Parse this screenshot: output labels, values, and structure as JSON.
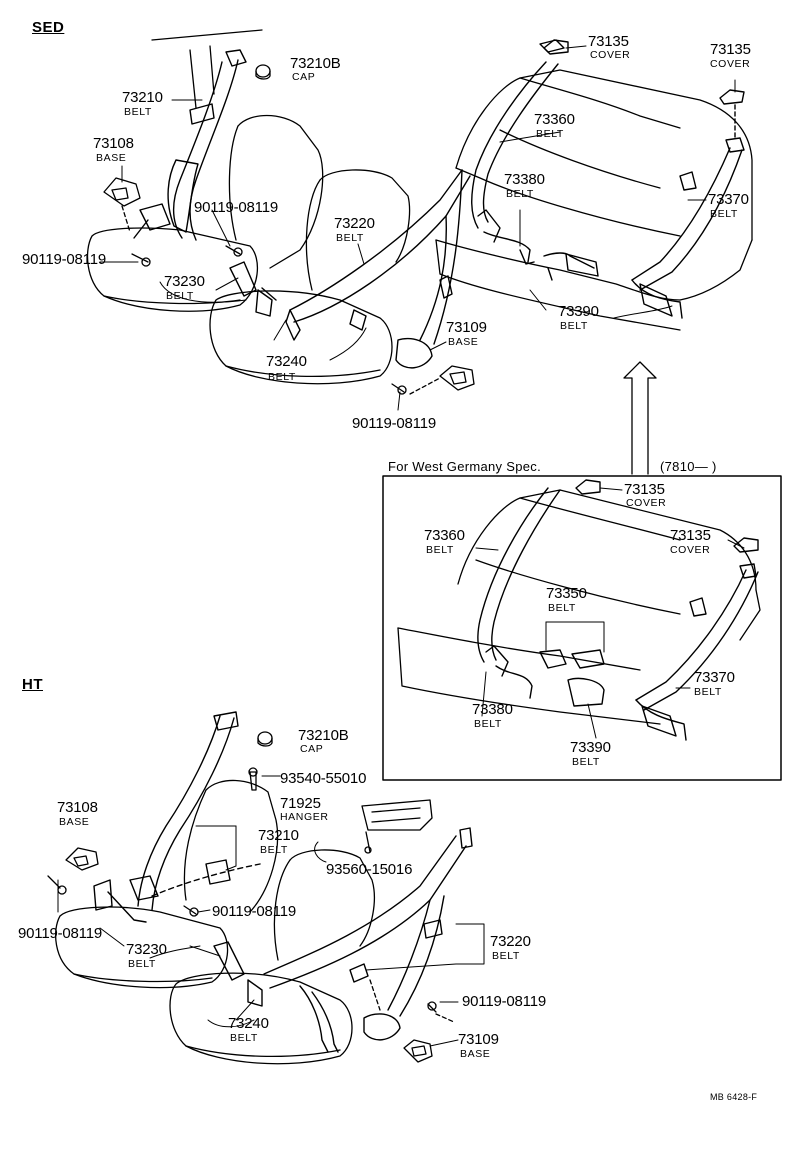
{
  "sections": {
    "sed": "SED",
    "ht": "HT"
  },
  "inset": {
    "title": "For West Germany Spec.",
    "date": "(7810—      )"
  },
  "footer": "MB 6428-F",
  "labels": {
    "s_73210B": "73210B",
    "s_73210B_sub": "CAP",
    "s_73210": "73210",
    "s_73210_sub": "BELT",
    "s_73108": "73108",
    "s_73108_sub": "BASE",
    "s_90119_a": "90119-08119",
    "s_90119_b": "90119-08119",
    "s_73220": "73220",
    "s_73220_sub": "BELT",
    "s_73230": "73230",
    "s_73230_sub": "BELT",
    "s_73240": "73240",
    "s_73240_sub": "BELT",
    "s_73109": "73109",
    "s_73109_sub": "BASE",
    "s_90119_c": "90119-08119",
    "s_73135_a": "73135",
    "s_73135_a_sub": "COVER",
    "s_73135_b": "73135",
    "s_73135_b_sub": "COVER",
    "s_73360": "73360",
    "s_73360_sub": "BELT",
    "s_73380": "73380",
    "s_73380_sub": "BELT",
    "s_73370": "73370",
    "s_73370_sub": "BELT",
    "s_73390": "73390",
    "s_73390_sub": "BELT",
    "w_73135_a": "73135",
    "w_73135_a_sub": "COVER",
    "w_73360": "73360",
    "w_73360_sub": "BELT",
    "w_73135_b": "73135",
    "w_73135_b_sub": "COVER",
    "w_73350": "73350",
    "w_73350_sub": "BELT",
    "w_73370": "73370",
    "w_73370_sub": "BELT",
    "w_73380": "73380",
    "w_73380_sub": "BELT",
    "w_73390": "73390",
    "w_73390_sub": "BELT",
    "h_73210B": "73210B",
    "h_73210B_sub": "CAP",
    "h_93540": "93540-55010",
    "h_73108": "73108",
    "h_73108_sub": "BASE",
    "h_71925": "71925",
    "h_71925_sub": "HANGER",
    "h_73210": "73210",
    "h_73210_sub": "BELT",
    "h_93560": "93560-15016",
    "h_90119_a": "90119-08119",
    "h_90119_b": "90119-08119",
    "h_73230": "73230",
    "h_73230_sub": "BELT",
    "h_73220": "73220",
    "h_73220_sub": "BELT",
    "h_90119_c": "90119-08119",
    "h_73240": "73240",
    "h_73240_sub": "BELT",
    "h_73109": "73109",
    "h_73109_sub": "BASE"
  }
}
